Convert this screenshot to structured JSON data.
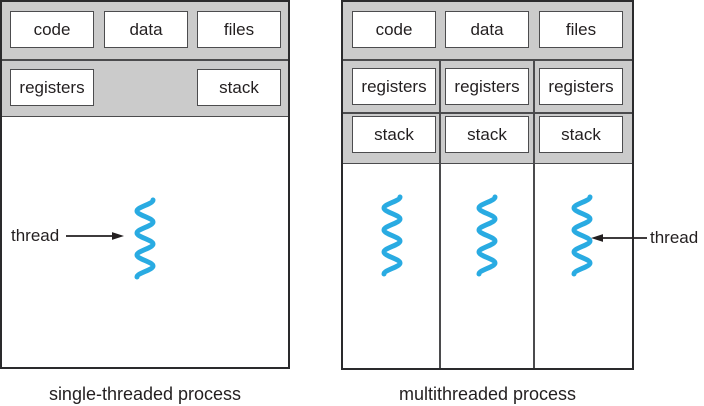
{
  "left_process": {
    "shared_resources": [
      "code",
      "data",
      "files"
    ],
    "thread_resources": [
      "registers",
      "stack"
    ],
    "thread_label": "thread",
    "caption": "single-threaded process"
  },
  "right_process": {
    "shared_resources": [
      "code",
      "data",
      "files"
    ],
    "columns": [
      {
        "cells": [
          "registers",
          "stack"
        ]
      },
      {
        "cells": [
          "registers",
          "stack"
        ]
      },
      {
        "cells": [
          "registers",
          "stack"
        ]
      }
    ],
    "thread_label": "thread",
    "caption": "multithreaded process"
  },
  "colors": {
    "thread_blue": "#29abe2",
    "panel_gray": "#cbcbcb",
    "line_dark": "#231f20"
  }
}
